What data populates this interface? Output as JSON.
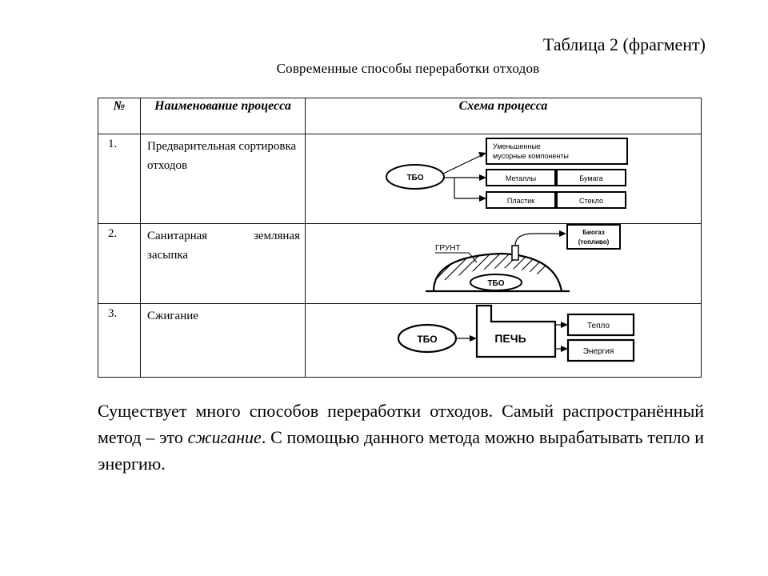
{
  "header": {
    "caption": "Таблица 2 (фрагмент)",
    "title": "Современные способы переработки отходов"
  },
  "table": {
    "columns": [
      "№",
      "Наименование процесса",
      "Схема процесса"
    ],
    "rows": [
      {
        "num": "1.",
        "name": "Предварительная сортировка отходов",
        "scheme": {
          "source": "ТБО",
          "box_top": "Уменьшенные мусорные компоненты",
          "box_metals": "Металлы",
          "box_paper": "Бумага",
          "box_plastic": "Пластик",
          "box_glass": "Стекло"
        }
      },
      {
        "num": "2.",
        "name": "Санитарная земляная засыпка",
        "scheme": {
          "ground_label": "ГРУНТ",
          "mound_label": "ТБО",
          "biogas": "Биогаз",
          "fuel": "(топливо)"
        }
      },
      {
        "num": "3.",
        "name": "Сжигание",
        "scheme": {
          "source": "ТБО",
          "furnace": "ПЕЧЬ",
          "out_heat": "Тепло",
          "out_energy": "Энергия"
        }
      }
    ]
  },
  "paragraph": {
    "part1": "Существует много способов переработки отходов. Самый распространённый метод – это ",
    "emphasis": "сжигание",
    "part2": ". С помощью данного метода можно вырабатывать тепло и энергию."
  }
}
